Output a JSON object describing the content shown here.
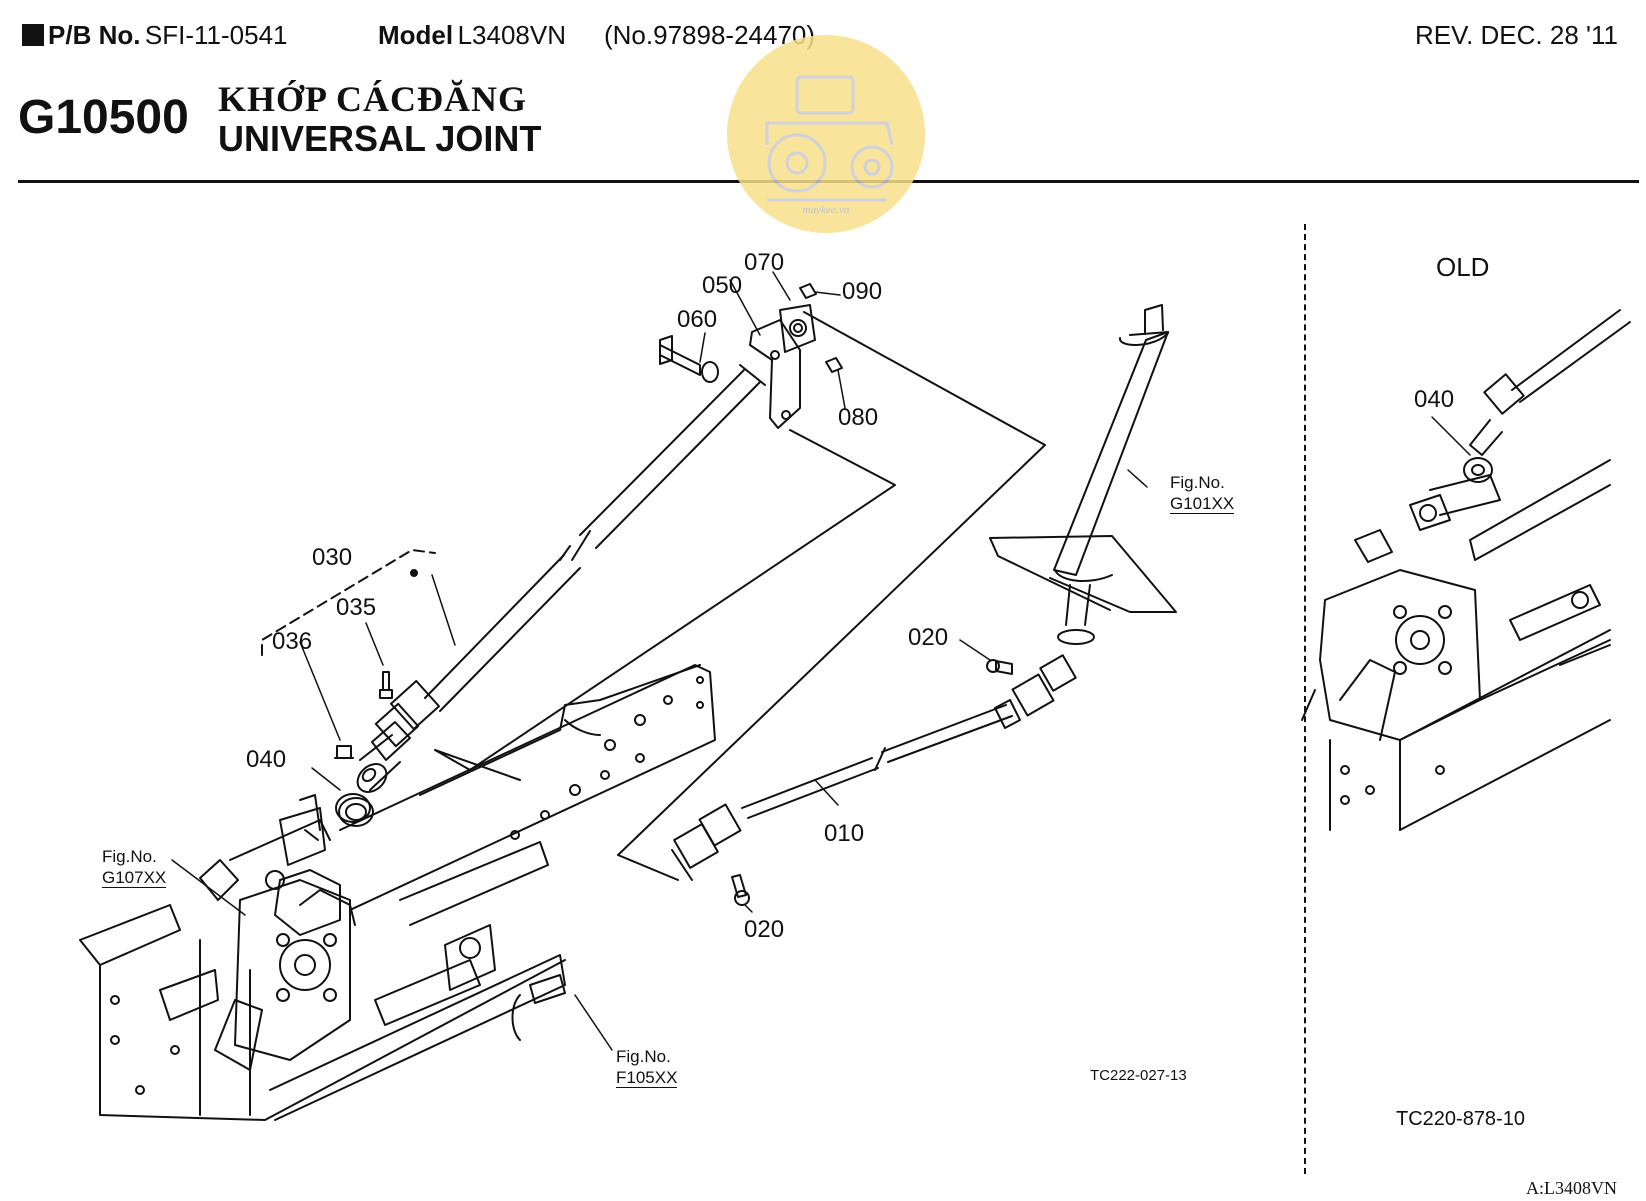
{
  "header": {
    "pb_label": "P/B No.",
    "pb_value": "SFI-11-0541",
    "model_label": "Model",
    "model_value": "L3408VN",
    "model_number": "(No.97898-24470)",
    "revision": "REV. DEC. 28 '11"
  },
  "title": {
    "code": "G10500",
    "name_vn": "KHỚP CÁCĐĂNG",
    "name_en": "UNIVERSAL JOINT"
  },
  "watermark": {
    "text": "maykeo.vn",
    "color": "#f5d766",
    "icon": "tractor-icon"
  },
  "callouts": [
    {
      "id": "p010",
      "label": "010"
    },
    {
      "id": "p020a",
      "label": "020"
    },
    {
      "id": "p020b",
      "label": "020"
    },
    {
      "id": "p030",
      "label": "030"
    },
    {
      "id": "p035",
      "label": "035"
    },
    {
      "id": "p036",
      "label": "036"
    },
    {
      "id": "p040",
      "label": "040"
    },
    {
      "id": "p050",
      "label": "050"
    },
    {
      "id": "p060",
      "label": "060"
    },
    {
      "id": "p070",
      "label": "070"
    },
    {
      "id": "p080",
      "label": "080"
    },
    {
      "id": "p090",
      "label": "090"
    },
    {
      "id": "p040old",
      "label": "040"
    }
  ],
  "fig_refs": [
    {
      "id": "g101",
      "label": "Fig.No.",
      "code": "G101XX"
    },
    {
      "id": "g107",
      "label": "Fig.No.",
      "code": "G107XX"
    },
    {
      "id": "f105",
      "label": "Fig.No.",
      "code": "F105XX"
    }
  ],
  "old_section": {
    "label": "OLD",
    "drawing_code": "TC220-878-10"
  },
  "drawing_code": "TC222-027-13",
  "footer": "A:L3408VN"
}
